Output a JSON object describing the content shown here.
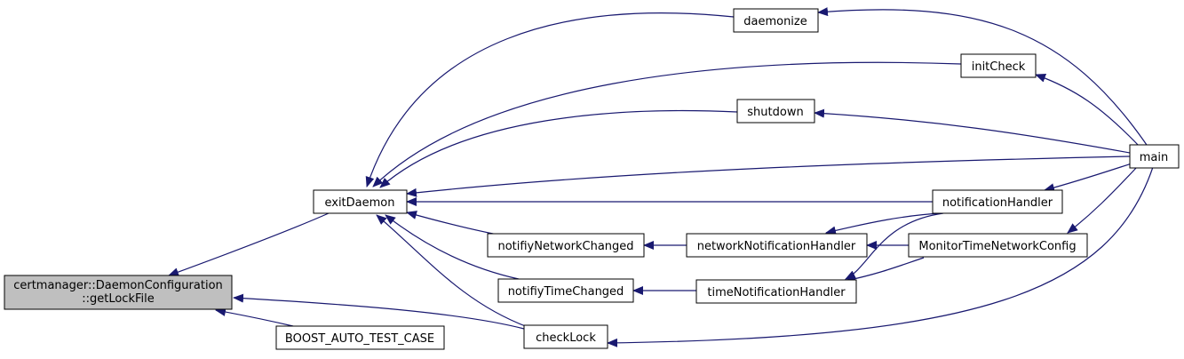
{
  "colors": {
    "edge": "#191970",
    "node_border": "#000000",
    "node_fill": "#ffffff",
    "root_fill": "#bfbfbf"
  },
  "nodes": {
    "root": {
      "lines": [
        "certmanager::DaemonConfiguration",
        "::getLockFile"
      ]
    },
    "exitDaemon": {
      "label": "exitDaemon"
    },
    "boostTest": {
      "label": "BOOST_AUTO_TEST_CASE"
    },
    "daemonize": {
      "label": "daemonize"
    },
    "initCheck": {
      "label": "initCheck"
    },
    "shutdown": {
      "label": "shutdown"
    },
    "notifiyNetworkChanged": {
      "label": "notifiyNetworkChanged"
    },
    "notifiyTimeChanged": {
      "label": "notifiyTimeChanged"
    },
    "checkLock": {
      "label": "checkLock"
    },
    "notificationHandler": {
      "label": "notificationHandler"
    },
    "networkNotificationHandler": {
      "label": "networkNotificationHandler"
    },
    "timeNotificationHandler": {
      "label": "timeNotificationHandler"
    },
    "monitorTimeNetworkConfig": {
      "label": "MonitorTimeNetworkConfig"
    },
    "main": {
      "label": "main"
    }
  }
}
